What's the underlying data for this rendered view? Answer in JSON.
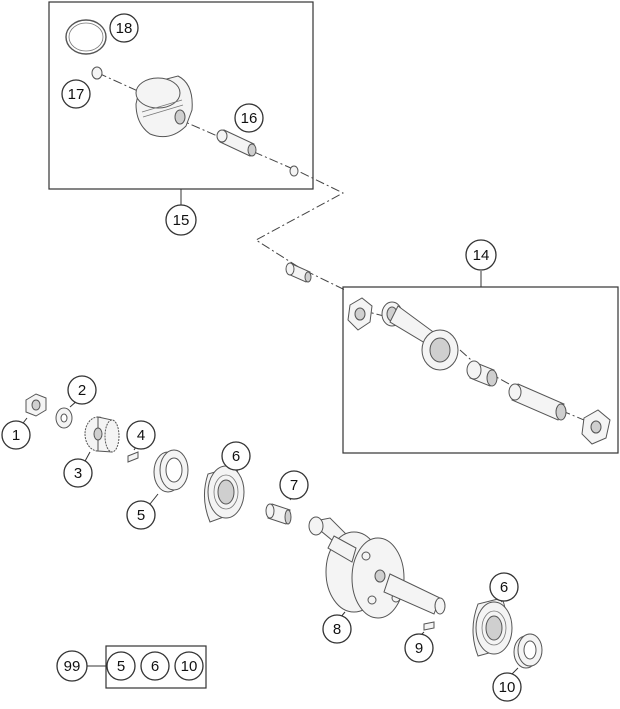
{
  "callouts": {
    "c1": "1",
    "c2": "2",
    "c3": "3",
    "c4": "4",
    "c5": "5",
    "c6a": "6",
    "c6b": "6",
    "c7": "7",
    "c8": "8",
    "c9": "9",
    "c10": "10",
    "c14": "14",
    "c15": "15",
    "c16": "16",
    "c17": "17",
    "c18": "18",
    "c99": "99"
  },
  "kit": {
    "label": "99",
    "items": [
      "5",
      "6",
      "10"
    ]
  },
  "colors": {
    "line": "#333333",
    "part_fill": "#f4f4f4",
    "shade": "#cfcfcf",
    "background": "#ffffff"
  }
}
